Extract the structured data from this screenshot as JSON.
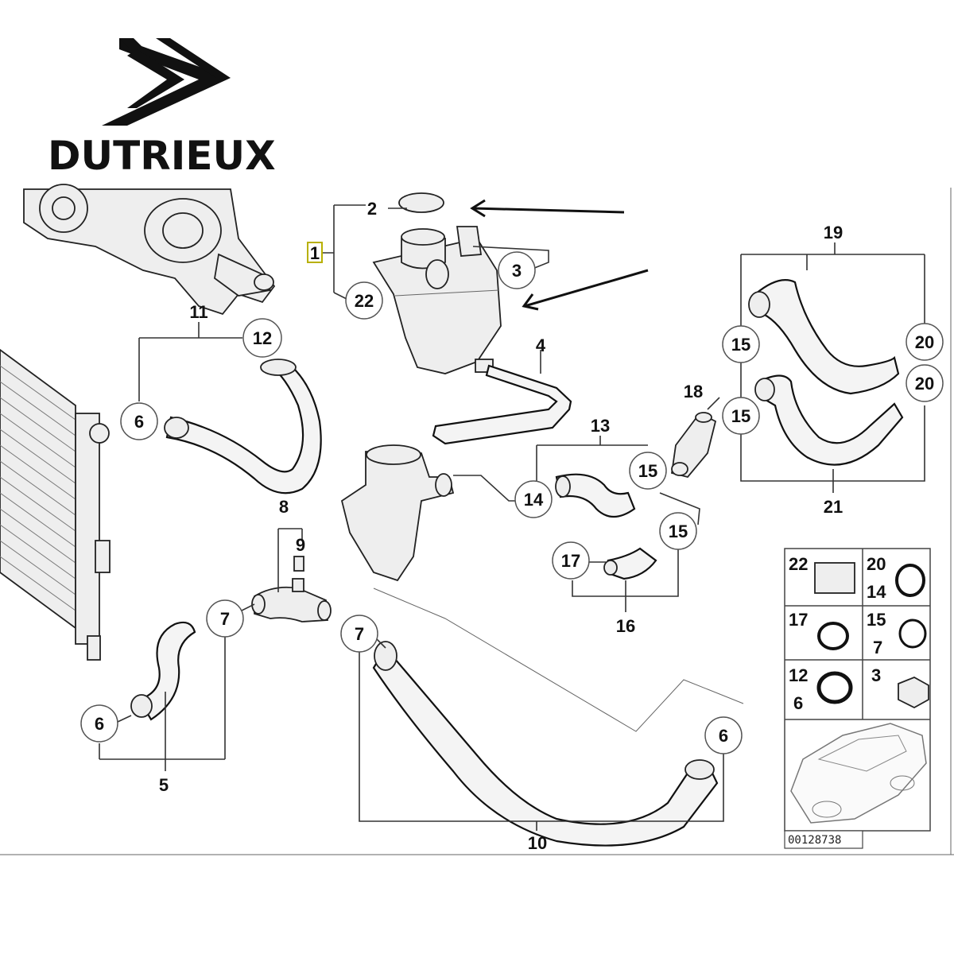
{
  "brand": {
    "name": "DUTRIEUX"
  },
  "diagram": {
    "reference_number": "00128738",
    "callouts": {
      "c1": "1",
      "c2": "2",
      "c3": "3",
      "c4": "4",
      "c5": "5",
      "c6a": "6",
      "c6b": "6",
      "c6c": "6",
      "c7a": "7",
      "c7b": "7",
      "c8": "8",
      "c9": "9",
      "c10": "10",
      "c11": "11",
      "c12": "12",
      "c13": "13",
      "c14": "14",
      "c15a": "15",
      "c15b": "15",
      "c15c": "15",
      "c15d": "15",
      "c16": "16",
      "c17": "17",
      "c18": "18",
      "c19": "19",
      "c20a": "20",
      "c20b": "20",
      "c21": "21",
      "c22": "22"
    },
    "legend": {
      "r1a": "22",
      "r1b": "20",
      "r1c": "14",
      "r2a": "17",
      "r2b": "15",
      "r2c": "7",
      "r3a": "12",
      "r3b": "6",
      "r3c": "3"
    }
  }
}
